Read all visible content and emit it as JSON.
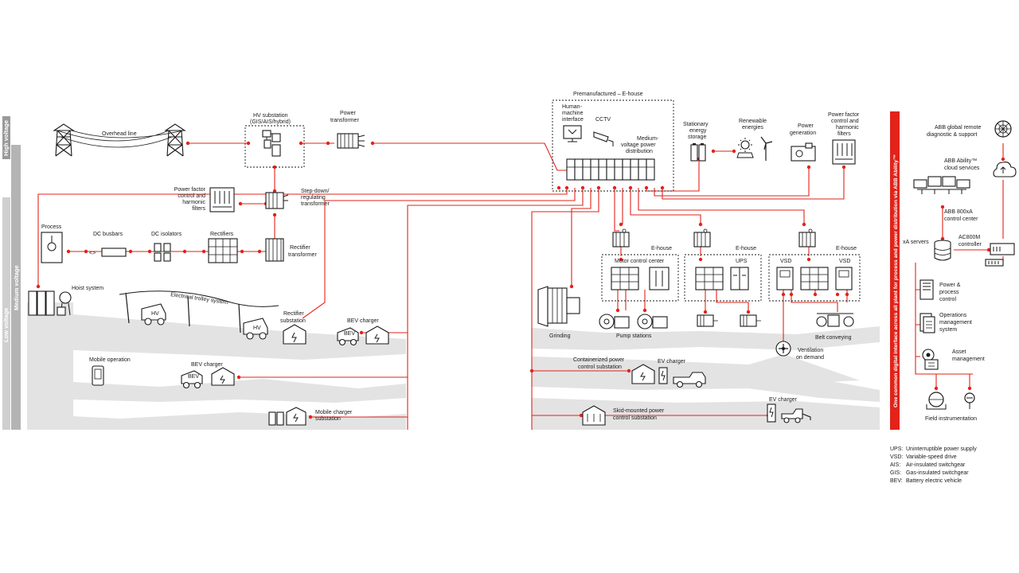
{
  "voltage_levels": {
    "high": "High voltage",
    "medium": "Medium voltage",
    "low": "Low voltage"
  },
  "labels": {
    "overhead_line": "Overhead line",
    "hv_substation": [
      "HV substation",
      "(GIS/AIS/hybrid)"
    ],
    "power_transformer": [
      "Power",
      "transformer"
    ],
    "pfc_left": [
      "Power factor",
      "control and",
      "harmonic",
      "filters"
    ],
    "step_down": [
      "Step-down/",
      "regulating",
      "transformer"
    ],
    "process": "Process",
    "dc_busbars": "DC busbars",
    "dc_isolators": "DC isolators",
    "rectifiers": "Rectifiers",
    "rectifier_transformer": [
      "Rectifier",
      "transformer"
    ],
    "hoist_system": "Hoist system",
    "electrical_trolley": "Electrical trolley system",
    "rectifier_substation": [
      "Rectifier",
      "substation"
    ],
    "bev_charger_1": "BEV charger",
    "mobile_operation": "Mobile operation",
    "bev_charger_2": "BEV charger",
    "mobile_charger_substation": [
      "Mobile charger",
      "substation"
    ],
    "bev_tag": "BEV",
    "hv_tag": "HV",
    "premanufactured": "Premanufactured – E-house",
    "hmi": [
      "Human-",
      "machine",
      "interface"
    ],
    "cctv": "CCTV",
    "mv_distribution": [
      "Medium-",
      "voltage power",
      "distribution"
    ],
    "stationary_storage": [
      "Stationary",
      "energy",
      "storage"
    ],
    "renewable": [
      "Renewable",
      "energies"
    ],
    "power_generation": [
      "Power",
      "generation"
    ],
    "pfc_right": [
      "Power factor",
      "control and",
      "harmonic",
      "filters"
    ],
    "ehouse": "E-house",
    "motor_control_center": "Motor control center",
    "ups": "UPS",
    "vsd": "VSD",
    "grinding": "Grinding",
    "pump_stations": "Pump stations",
    "belt_conveying": "Belt conveying",
    "ventilation": [
      "Ventilation",
      "on demand"
    ],
    "containerized": [
      "Containerized power",
      "control  substation"
    ],
    "ev_charger_1": "EV charger",
    "skid_mounted": [
      "Skid-mounted power",
      "control substation"
    ],
    "ev_charger_2": "EV charger",
    "abb_remote": [
      "ABB global remote",
      "diagnostic & support"
    ],
    "abb_cloud": [
      "ABB Ability™",
      "cloud services"
    ],
    "abb_800xa": [
      "ABB 800xA",
      "control center"
    ],
    "xa_servers": "xA servers",
    "ac800m": [
      "AC800M",
      "controller"
    ],
    "power_process_control": [
      "Power &",
      "process",
      "control"
    ],
    "operations_mgmt": [
      "Operations",
      "management",
      "system"
    ],
    "asset_mgmt": [
      "Asset",
      "management"
    ],
    "field_instrumentation": "Field instrumentation",
    "digital_banner": "One common digital interface across all plant for process and power distribution via ABB Ability™"
  },
  "legend": [
    {
      "abbr": "UPS:",
      "text": "Uninterruptible power supply"
    },
    {
      "abbr": "VSD:",
      "text": "Variable-speed drive"
    },
    {
      "abbr": "AIS:",
      "text": "Air-insulated switchgear"
    },
    {
      "abbr": "GIS:",
      "text": "Gas-insulated switchgear"
    },
    {
      "abbr": "BEV:",
      "text": "Battery electric vehicle"
    }
  ],
  "colors": {
    "accent": "#e2231a",
    "ground": "#e3e3e3",
    "voltage_bar_dark": "#9a9a9a",
    "voltage_bar_mid": "#b4b4b4",
    "voltage_bar_light": "#cfcfcf",
    "ink": "#1a1a1a"
  }
}
